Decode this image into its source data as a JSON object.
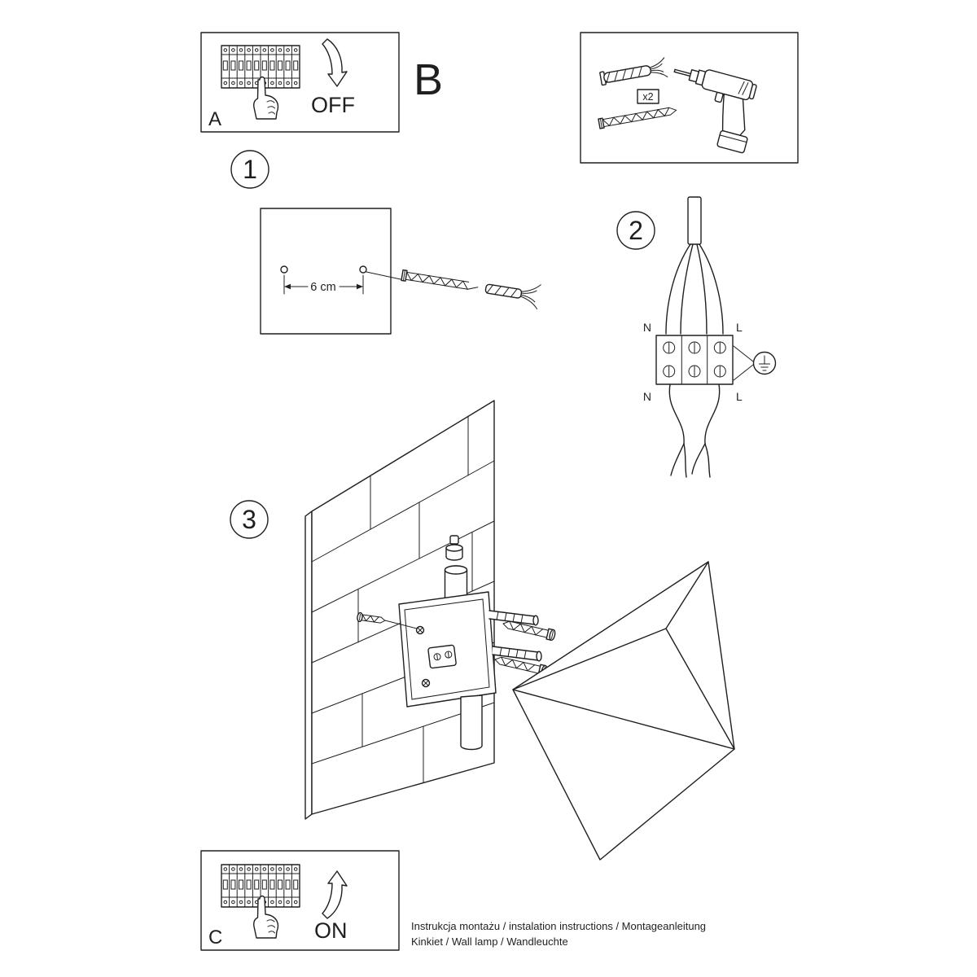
{
  "colors": {
    "ink": "#1f1f1f",
    "paper": "#ffffff"
  },
  "panel_a": {
    "letter": "A",
    "state_label": "OFF"
  },
  "panel_b": {
    "letter": "B",
    "quantity_label": "x2"
  },
  "panel_c": {
    "letter": "C",
    "state_label": "ON"
  },
  "step1": {
    "number": "1",
    "dimension_label": "6 cm"
  },
  "step2": {
    "number": "2",
    "wire_labels": {
      "neutral_top": "N",
      "live_top": "L",
      "neutral_bottom": "N",
      "live_bottom": "L"
    }
  },
  "step3": {
    "number": "3"
  },
  "footer": {
    "line1": "Instrukcja montażu / instalation instructions / Montageanleitung",
    "line2": "Kinkiet / Wall lamp / Wandleuchte"
  }
}
